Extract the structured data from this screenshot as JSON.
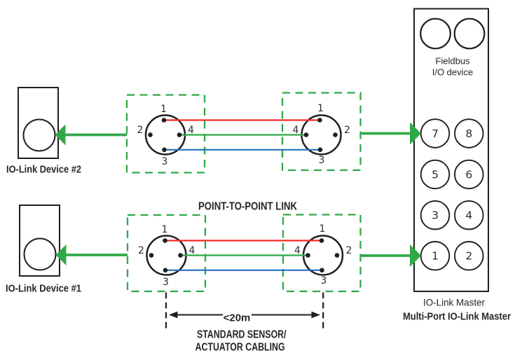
{
  "colors": {
    "green": "#2FA947",
    "red": "#F12B26",
    "blue": "#2270BA",
    "ink": "#1F1F1F"
  },
  "devices": [
    {
      "label": "IO-Link Device #2"
    },
    {
      "label": "IO-Link Device #1"
    }
  ],
  "connectors": {
    "top_left": {
      "pin_top": "1",
      "pin_left": "2",
      "pin_right": "4",
      "pin_bottom": "3"
    },
    "top_right": {
      "pin_top": "1",
      "pin_left": "4",
      "pin_right": "2",
      "pin_bottom": "3"
    },
    "bottom_left": {
      "pin_top": "1",
      "pin_left": "2",
      "pin_right": "4",
      "pin_bottom": "3"
    },
    "bottom_right": {
      "pin_top": "1",
      "pin_left": "4",
      "pin_right": "2",
      "pin_bottom": "3"
    }
  },
  "master": {
    "fieldbus_line1": "Fieldbus",
    "fieldbus_line2": "I/O device",
    "ports": [
      "7",
      "8",
      "5",
      "6",
      "3",
      "4",
      "1",
      "2"
    ],
    "subtitle": "IO-Link Master",
    "title": "Multi-Port IO-Link Master"
  },
  "captions": {
    "link_title": "POINT-TO-POINT LINK",
    "distance": "<20m",
    "cabling_line1": "STANDARD SENSOR/",
    "cabling_line2": "ACTUATOR CABLING"
  }
}
